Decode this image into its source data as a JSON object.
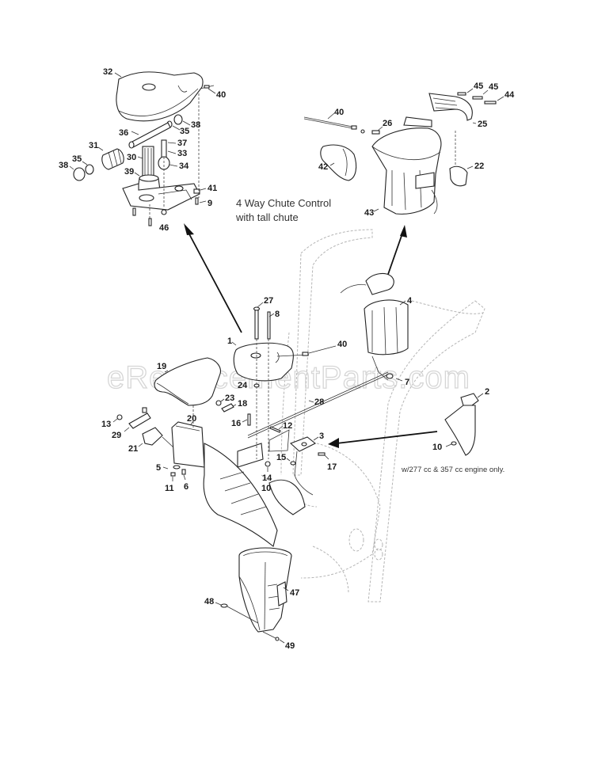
{
  "diagram": {
    "watermark": "eReplacementParts.com",
    "caption_line1": "4 Way Chute Control",
    "caption_line2": "with tall chute",
    "engine_note": "w/277 cc & 357 cc engine only.",
    "callouts": {
      "p32": "32",
      "p40a": "40",
      "p38a": "38",
      "p35a": "35",
      "p36": "36",
      "p37": "37",
      "p33": "33",
      "p31": "31",
      "p35b": "35",
      "p38b": "38",
      "p30": "30",
      "p34": "34",
      "p39": "39",
      "p41": "41",
      "p9": "9",
      "p46": "46",
      "p40b": "40",
      "p26": "26",
      "p45a": "45",
      "p45b": "45",
      "p44": "44",
      "p25": "25",
      "p42": "42",
      "p22": "22",
      "p43": "43",
      "p27": "27",
      "p8": "8",
      "p1": "1",
      "p40c": "40",
      "p4": "4",
      "p7": "7",
      "p19": "19",
      "p24": "24",
      "p23": "23",
      "p18": "18",
      "p28": "28",
      "p16": "16",
      "p13": "13",
      "p29": "29",
      "p20": "20",
      "p21": "21",
      "p12": "12",
      "p3": "3",
      "p2": "2",
      "p15": "15",
      "p17": "17",
      "p10a": "10",
      "p5": "5",
      "p11": "11",
      "p6": "6",
      "p14": "14",
      "p10b": "10",
      "p47": "47",
      "p48": "48",
      "p49": "49"
    }
  }
}
